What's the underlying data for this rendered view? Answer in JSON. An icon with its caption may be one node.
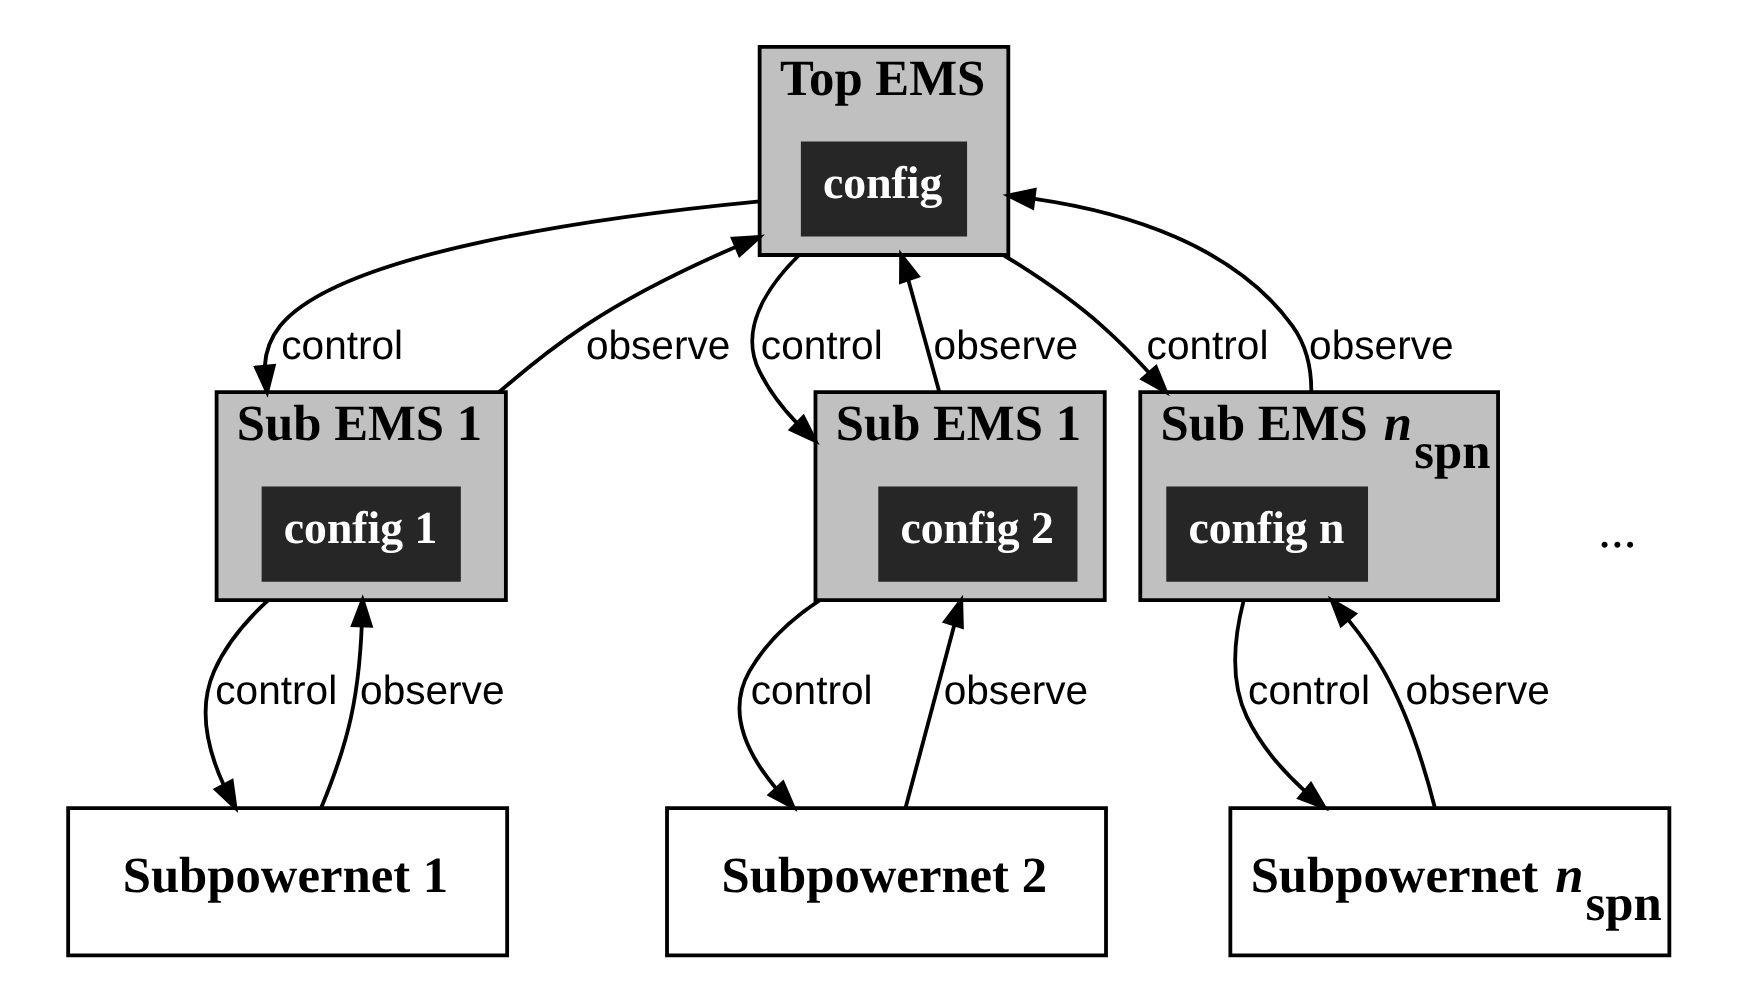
{
  "diagram": {
    "nodes": [
      {
        "text": [
          "Top EMS"
        ]
      },
      {
        "text": [
          "config"
        ],
        "in": 0
      },
      {
        "text": [
          "Sub EMS 1"
        ]
      },
      {
        "text": [
          "config 1"
        ],
        "in": 2
      },
      {
        "text": [
          "Sub EMS 1"
        ]
      },
      {
        "text": [
          "config 2"
        ],
        "in": 4
      },
      {
        "text": [
          "Sub EMS *n*$_{spn}$"
        ]
      },
      {
        "text": [
          "config n"
        ],
        "in": 6
      },
      {
        "text": [
          "Subpowernet 1"
        ]
      },
      {
        "text": [
          "Subpowernet 2"
        ]
      },
      {
        "text": [
          "Subpowernet *n*$_{spn}$"
        ]
      }
    ],
    "edges": [
      {
        "from": 0,
        "to": 2,
        "arrow": "to",
        "label": "control"
      },
      {
        "from": 2,
        "to": 0,
        "arrow": "to",
        "label": "observe"
      },
      {
        "from": 0,
        "to": 4,
        "arrow": "to",
        "label": "control"
      },
      {
        "from": 4,
        "to": 0,
        "arrow": "to",
        "label": "observe"
      },
      {
        "from": 0,
        "to": 6,
        "arrow": "to",
        "label": "control"
      },
      {
        "from": 6,
        "to": 0,
        "arrow": "to",
        "label": "observe"
      },
      {
        "from": 2,
        "to": 8,
        "arrow": "to",
        "label": "control"
      },
      {
        "from": 8,
        "to": 2,
        "arrow": "to",
        "label": "observe"
      },
      {
        "from": 4,
        "to": 9,
        "arrow": "to",
        "label": "control"
      },
      {
        "from": 9,
        "to": 4,
        "arrow": "to",
        "label": "observe"
      },
      {
        "from": 6,
        "to": 10,
        "arrow": "to",
        "label": "control"
      },
      {
        "from": 10,
        "to": 6,
        "arrow": "to",
        "label": "observe"
      }
    ],
    "labels": [
      "..."
    ]
  }
}
